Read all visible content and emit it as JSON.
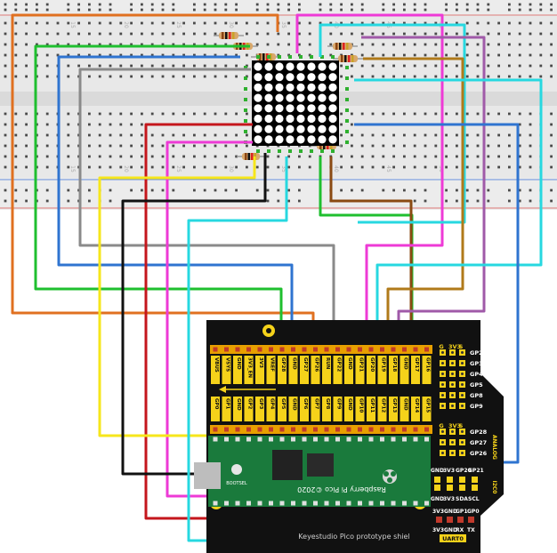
{
  "breadboard": {
    "column_numbers": [
      "15",
      "20",
      "25",
      "30",
      "35",
      "40",
      "45",
      "50"
    ]
  },
  "shield": {
    "title": "Keyestudio Pico prototype shiel",
    "top_pin_labels": [
      "VBUS",
      "VSYS",
      "GND",
      "3V3_EN",
      "3V3",
      "VREF",
      "GP28",
      "GND",
      "GP27",
      "GP26",
      "RUN",
      "GP22",
      "GND",
      "GP21",
      "GP20",
      "GP19",
      "GP18",
      "GND",
      "GP17",
      "GP16"
    ],
    "bottom_pin_labels": [
      "GP0",
      "GP1",
      "GND",
      "GP2",
      "GP3",
      "GP4",
      "GP5",
      "GND",
      "GP6",
      "GP7",
      "GP8",
      "GP9",
      "GND",
      "GP10",
      "GP11",
      "GP12",
      "GP13",
      "GND",
      "GP14",
      "GP15"
    ],
    "side_header_top": {
      "title": [
        "G",
        "3V3",
        "S"
      ],
      "pins": [
        "GP2",
        "GP3",
        "GP4",
        "GP5",
        "GP8",
        "GP9"
      ]
    },
    "side_header_analog": {
      "title": [
        "G",
        "3V3",
        "S"
      ],
      "pins": [
        "GP28",
        "GP27",
        "GP26"
      ],
      "tag": "ANALOG"
    },
    "i2c_header": {
      "top_labels": [
        "GND",
        "3V3",
        "GP20",
        "GP21"
      ],
      "bottom_labels": [
        "GND",
        "3V3",
        "SDA",
        "SCL"
      ],
      "tag": "I2C0"
    },
    "uart_header": {
      "top_labels": [
        "3V3",
        "GND",
        "GP1",
        "GP0"
      ],
      "bottom_labels": [
        "3V3",
        "GND",
        "RX",
        "TX"
      ],
      "tag": "UART0"
    }
  },
  "pico": {
    "board_text": "Raspberry Pi Pico ©2020",
    "bootsel_label": "BOOTSEL"
  },
  "colors": {
    "breadboard": "#e6e6e6",
    "hole": "#4a4a4a",
    "rail_red": "#d9534f",
    "rail_blue": "#3a6fd8",
    "shield": "#111111",
    "header_yellow": "#f5d21a",
    "pico_green": "#1a7a3c",
    "wire_orange": "#e07020",
    "wire_green": "#1fbf2f",
    "wire_blue": "#2f74d0",
    "wire_gray": "#8a8a8a",
    "wire_red": "#c4161c",
    "wire_magenta": "#ee3ad6",
    "wire_yellow": "#f6e61b",
    "wire_black": "#111111",
    "wire_cyan": "#27d8e0",
    "wire_brown": "#8a4a12",
    "wire_olive": "#b07a1a",
    "wire_purple": "#a05aa8"
  }
}
